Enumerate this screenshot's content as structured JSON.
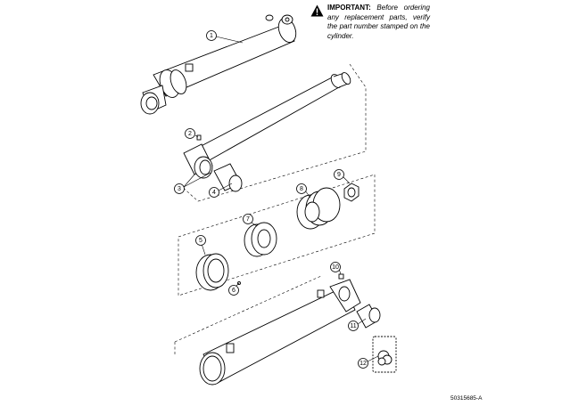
{
  "notice": {
    "icon": "warning-triangle-icon",
    "heading": "IMPORTANT:",
    "body": "Before ordering any replacement parts, verify the part number stamped on the cylinder."
  },
  "figure_id": "50315685-A",
  "callouts": [
    {
      "id": "c1",
      "label": "1"
    },
    {
      "id": "c2",
      "label": "2"
    },
    {
      "id": "c3",
      "label": "3"
    },
    {
      "id": "c4",
      "label": "4"
    },
    {
      "id": "c5",
      "label": "5"
    },
    {
      "id": "c6",
      "label": "6"
    },
    {
      "id": "c7",
      "label": "7"
    },
    {
      "id": "c8",
      "label": "8"
    },
    {
      "id": "c9",
      "label": "9"
    },
    {
      "id": "c10",
      "label": "10"
    },
    {
      "id": "c11",
      "label": "11"
    },
    {
      "id": "c12",
      "label": "12"
    }
  ]
}
